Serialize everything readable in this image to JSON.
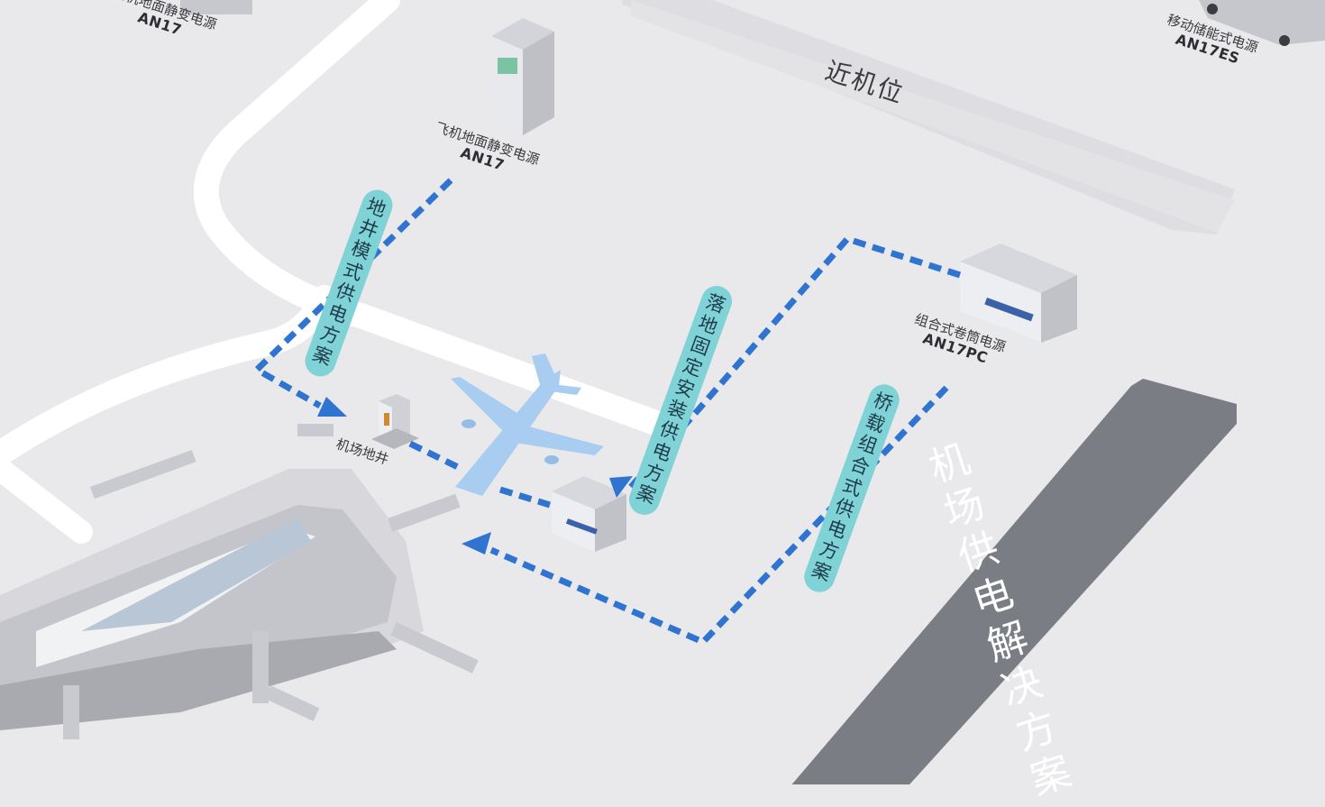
{
  "title": "机场供电解决方案",
  "road_label": "近机位",
  "devices": {
    "top_left": {
      "name": "飞机地面静变电源",
      "model": "AN17"
    },
    "cabinet": {
      "name": "飞机地面静变电源",
      "model": "AN17"
    },
    "mobile": {
      "name": "移动储能式电源",
      "model": "AN17ES"
    },
    "combined": {
      "name": "组合式卷筒电源",
      "model": "AN17PC"
    },
    "pit": {
      "name": "机场地井"
    }
  },
  "solutions": {
    "pit_mode": "地井模式供电方案",
    "ground_fixed": "落地固定安装供电方案",
    "bridge_mounted": "桥载组合式供电方案"
  },
  "colors": {
    "background": "#e9e9ec",
    "dashed_line": "#2f74d0",
    "tag_fill": "#7fd2d6",
    "title_band": "#7b7d84",
    "aircraft": "#a9cdf0"
  }
}
